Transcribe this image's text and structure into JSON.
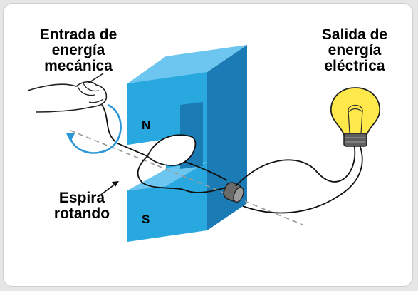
{
  "labels": {
    "input": [
      "Entrada de",
      "energía",
      "mecánica"
    ],
    "output": [
      "Salida de",
      "energía",
      "eléctrica"
    ],
    "loop": [
      "Espira",
      "rotando"
    ]
  },
  "poles": {
    "north": "N",
    "south": "S"
  },
  "colors": {
    "magnet_front": "#29a8e0",
    "magnet_top": "#6cc6ef",
    "magnet_side": "#1b7bb4",
    "arrow": "#2a97d6",
    "bulb_glass": "#ffe94a",
    "bulb_base": "#5e5e5e"
  }
}
